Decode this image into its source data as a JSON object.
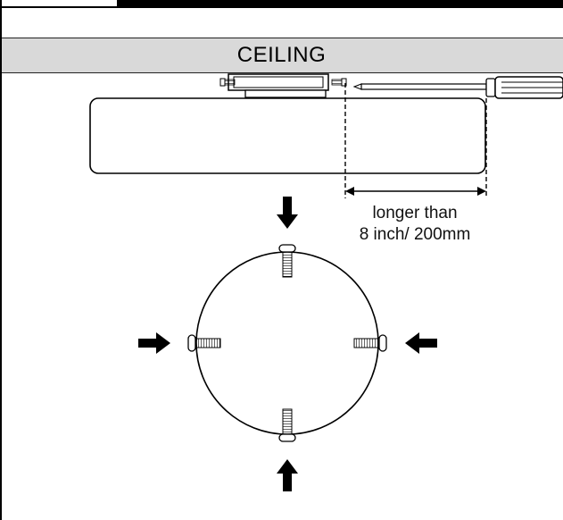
{
  "header": {
    "ceiling_label": "CEILING"
  },
  "dimension": {
    "line1": "longer than",
    "line2": "8 inch/ 200mm"
  }
}
